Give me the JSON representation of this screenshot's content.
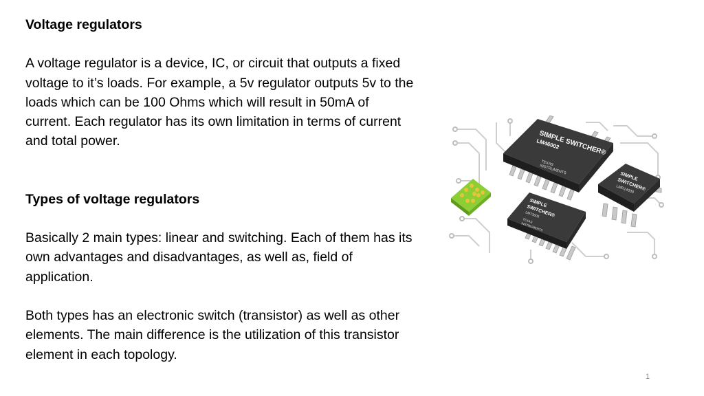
{
  "slide": {
    "heading1": "Voltage regulators",
    "paragraph1": "A voltage regulator is a device, IC, or circuit that outputs a fixed voltage to it’s loads. For example, a 5v regulator outputs 5v to the loads which can be 100 Ohms which will result in 50mA of current. Each regulator has its own limitation in terms of current and total power.",
    "heading2": "Types of voltage regulators",
    "paragraph2": "Basically 2 main types: linear and switching. Each of them has its own advantages and disadvantages, as well as, field of application.",
    "paragraph3": "Both types has an electronic switch (transistor) as well as other elements. The main difference is the utilization of this transistor element in each topology.",
    "page_number": "1"
  },
  "image": {
    "chip_large": {
      "line1": "SIMPLE SWITCHER®",
      "line2": "LM46002",
      "brand1": "TEXAS",
      "brand2": "INSTRUMENTS"
    },
    "chip_right": {
      "line1": "SIMPLE",
      "line2": "SWITCHER®",
      "line3": "LMR14030"
    },
    "chip_front": {
      "line1": "SIMPLE",
      "line2": "SWITCHER®",
      "line3": "LM73605",
      "brand1": "TEXAS",
      "brand2": "INSTRUMENTS"
    }
  },
  "colors": {
    "chip_body": "#2b2b2b",
    "pin_silver": "#c9c9c9",
    "pcb_trace": "#cfcfcf",
    "green_module": "#7cbf2a",
    "gold_pad": "#e8c43a"
  }
}
